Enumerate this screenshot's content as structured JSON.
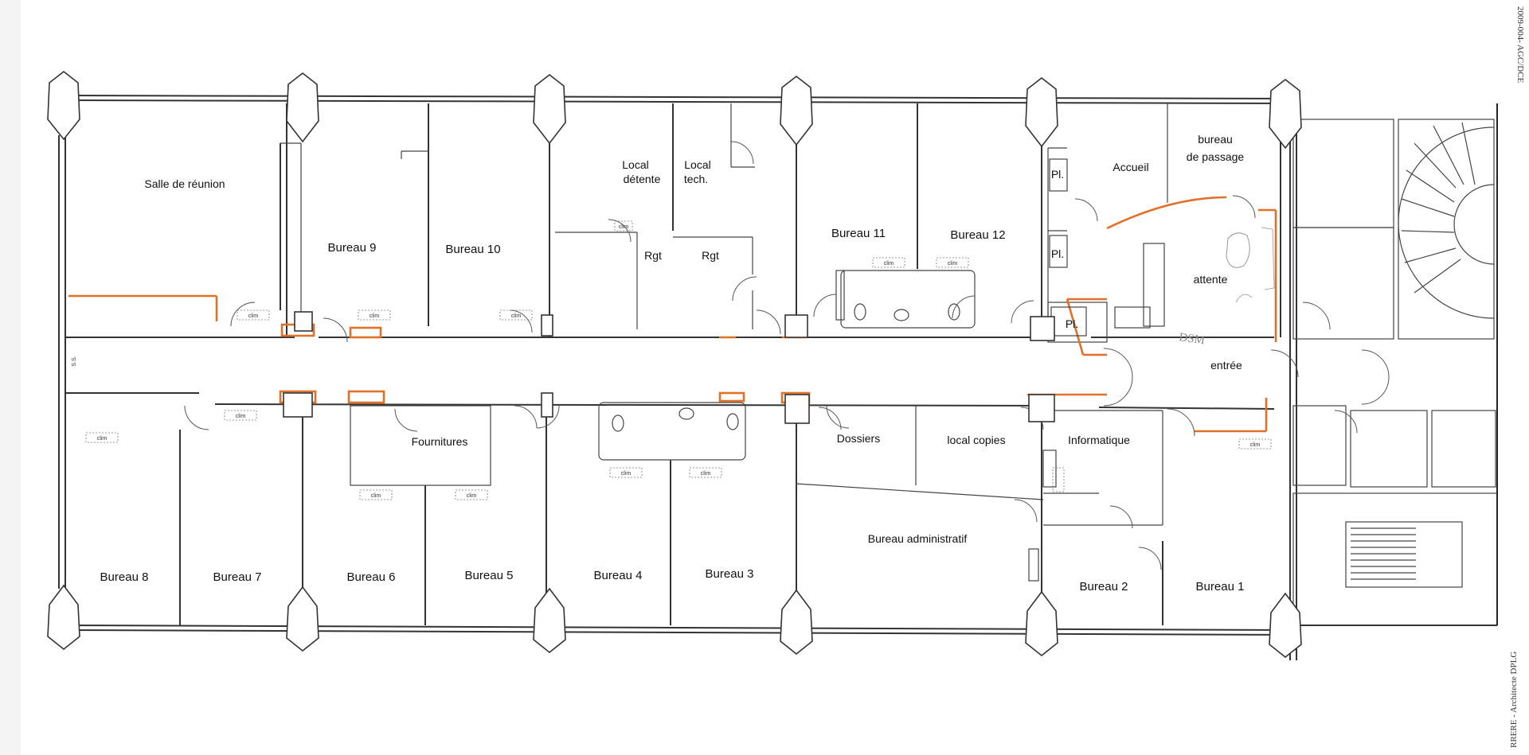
{
  "rooms": {
    "salle_reunion": "Salle de réunion",
    "bureau_9": "Bureau 9",
    "bureau_10": "Bureau 10",
    "local_detente_1": "Local",
    "local_detente_2": "détente",
    "local_tech_1": "Local",
    "local_tech_2": "tech.",
    "rgt_1": "Rgt",
    "rgt_2": "Rgt",
    "bureau_11": "Bureau 11",
    "bureau_12": "Bureau 12",
    "accueil": "Accueil",
    "bureau_passage_1": "bureau",
    "bureau_passage_2": "de passage",
    "attente": "attente",
    "entree": "entrée",
    "pl_1": "Pl.",
    "pl_2": "Pl.",
    "pl_3": "Pl.",
    "ss": "S.S.",
    "fournitures": "Fournitures",
    "dossiers": "Dossiers",
    "local_copies": "local copies",
    "informatique": "Informatique",
    "bureau_administratif": "Bureau administratif",
    "bureau_8": "Bureau 8",
    "bureau_7": "Bureau 7",
    "bureau_6": "Bureau 6",
    "bureau_5": "Bureau 5",
    "bureau_4": "Bureau 4",
    "bureau_3": "Bureau 3",
    "bureau_2": "Bureau 2",
    "bureau_1": "Bureau 1",
    "clim": "clim"
  },
  "annotations": {
    "handwritten": "DSM",
    "top_right_code": "2009-004- AGC/DCE",
    "bottom_right_credit": "RRERE - Architecte DPLG"
  },
  "colors": {
    "walls": "#333333",
    "highlight": "#e0702a"
  }
}
